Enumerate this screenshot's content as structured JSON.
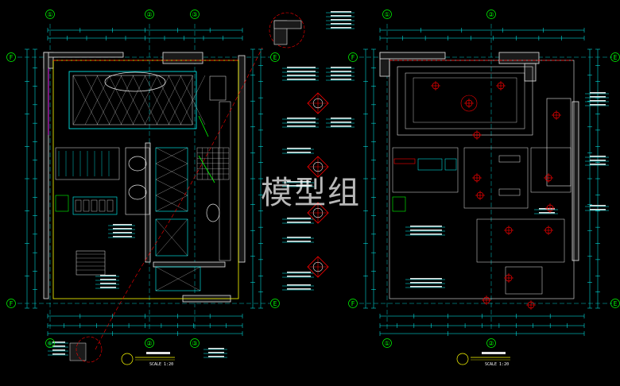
{
  "watermark": "模型组",
  "colors": {
    "background": "#000000",
    "cyan": "#00ffff",
    "yellow": "#ffff00",
    "red": "#ff0000",
    "white": "#e6e6e6",
    "green": "#00ff00",
    "magenta": "#ff00ff",
    "tan": "#a08860"
  },
  "grid_bubbles": {
    "top_left": [
      "①",
      "②",
      "③"
    ],
    "bottom_left": [
      "①",
      "②",
      "③"
    ],
    "top_right": [
      "①",
      "②"
    ],
    "bottom_right": [
      "①",
      "②"
    ],
    "side": [
      "F",
      "E"
    ]
  },
  "plans": [
    {
      "name": "left-plan",
      "scale": "SCALE 1:20"
    },
    {
      "name": "right-plan",
      "scale": "SCALE 1:20"
    }
  ]
}
